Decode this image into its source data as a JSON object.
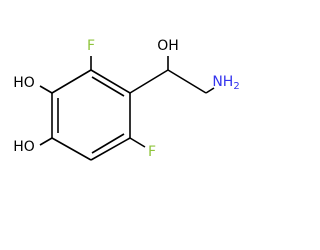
{
  "molecule": {
    "atoms": {
      "oh_top": "OH",
      "f_top": "F",
      "ho_upper": "HO",
      "ho_lower": "HO",
      "f_lower": "F",
      "nh2_main": "NH",
      "nh2_sub": "2"
    },
    "colors": {
      "fluorine": "#8fc43d",
      "nitrogen": "#3434ee",
      "bond": "#000000",
      "text": "#000000"
    }
  }
}
